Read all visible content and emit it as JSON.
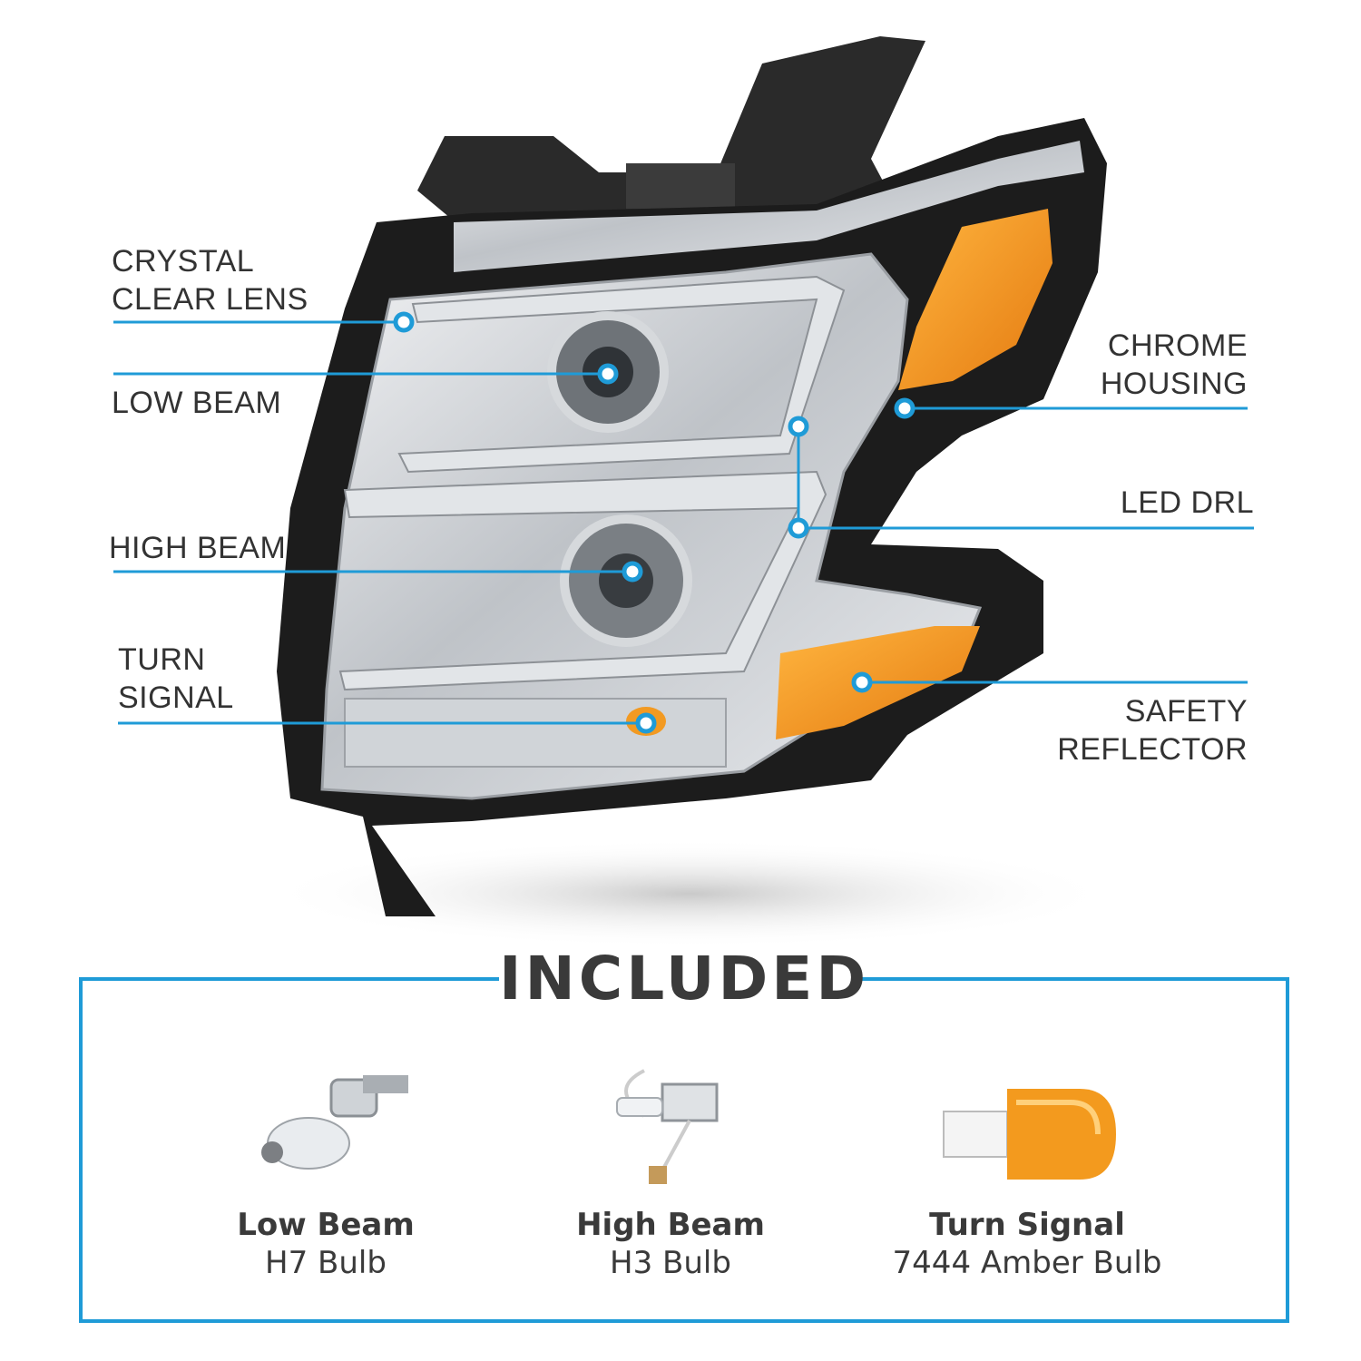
{
  "callouts": {
    "crystal_clear_lens": "CRYSTAL\nCLEAR LENS",
    "low_beam": "LOW BEAM",
    "high_beam": "HIGH BEAM",
    "turn_signal": "TURN\nSIGNAL",
    "chrome_housing": "CHROME\nHOUSING",
    "led_drl": "LED DRL",
    "safety_reflector": "SAFETY\nREFLECTOR"
  },
  "included": {
    "title": "INCLUDED",
    "items": [
      {
        "name": "Low Beam",
        "desc": "H7 Bulb"
      },
      {
        "name": "High Beam",
        "desc": "H3 Bulb"
      },
      {
        "name": "Turn Signal",
        "desc": "7444 Amber Bulb"
      }
    ]
  },
  "colors": {
    "accent_blue": "#1f9bd7",
    "amber": "#f39a1e",
    "housing_black": "#1c1c1c",
    "chrome": "#c8ccd0",
    "label_text": "#333333"
  }
}
